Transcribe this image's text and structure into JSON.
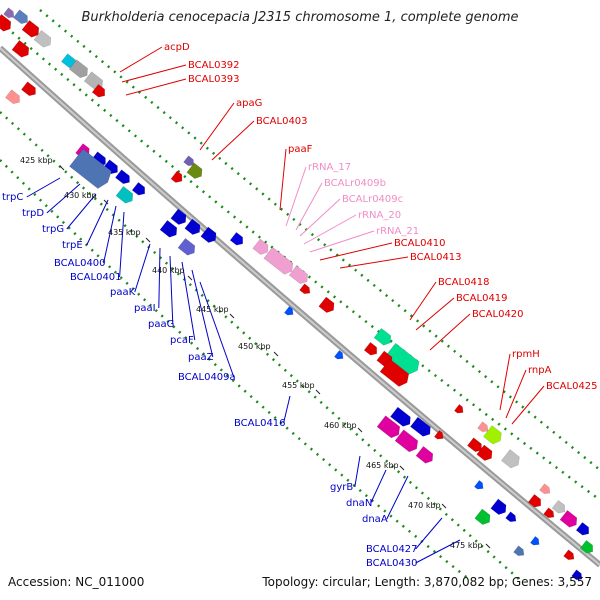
{
  "header": {
    "title": "Burkholderia cenocepacia J2315 chromosome 1, complete genome"
  },
  "footer": {
    "accession": "Accession: NC_011000",
    "summary": "Topology: circular; Length: 3,870,082 bp; Genes: 3,557"
  },
  "colors": {
    "forward_label": "#e00000",
    "reverse_label": "#0000c8",
    "rrna_label": "#f08cc8",
    "backbone": "#9a9a9a",
    "dotted": "#1a8a1a"
  },
  "kbp_ticks": [
    "425 kbp",
    "430 kbp",
    "435 kbp",
    "440 kbp",
    "445 kbp",
    "450 kbp",
    "455 kbp",
    "460 kbp",
    "465 kbp",
    "470 kbp",
    "475 kbp"
  ],
  "forward_labels": [
    "acpD",
    "BCAL0392",
    "BCAL0393",
    "apaG",
    "BCAL0403",
    "paaF",
    "BCAL0410",
    "BCAL0413",
    "BCAL0418",
    "BCAL0419",
    "BCAL0420",
    "rpmH",
    "rnpA",
    "BCAL0425"
  ],
  "rrna_labels": [
    "rRNA_17",
    "BCALr0409b",
    "BCALr0409c",
    "rRNA_20",
    "rRNA_21"
  ],
  "reverse_labels": [
    "trpC",
    "trpD",
    "trpG",
    "trpE",
    "BCAL0400",
    "BCAL0401",
    "paaK",
    "paaI",
    "paaG",
    "pcaF",
    "paaZ",
    "BCAL0409a",
    "BCAL0416",
    "gyrB",
    "dnaN",
    "dnaA",
    "BCAL0427",
    "BCAL0430"
  ]
}
